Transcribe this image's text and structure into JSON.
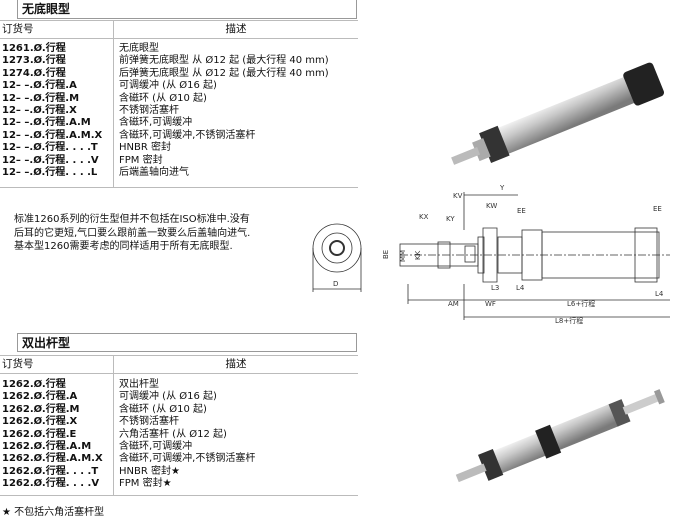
{
  "section1": {
    "title": "无底眼型",
    "header": {
      "col1": "订货号",
      "col2": "描述"
    },
    "rows": [
      {
        "code": "1261.Ø.行程",
        "desc": "无底眼型"
      },
      {
        "code": "1273.Ø.行程",
        "desc": "前弹簧无底眼型 从 Ø12 起 (最大行程 40 mm)"
      },
      {
        "code": "1274.Ø.行程",
        "desc": "后弹簧无底眼型 从 Ø12 起 (最大行程 40 mm)"
      },
      {
        "code": "12– –.Ø.行程.A",
        "desc": "可调缓冲 (从 Ø16 起)"
      },
      {
        "code": "12– –.Ø.行程.M",
        "desc": "含磁环 (从 Ø10 起)"
      },
      {
        "code": "12– –.Ø.行程.X",
        "desc": "不锈钢活塞杆"
      },
      {
        "code": "12– –.Ø.行程.A.M",
        "desc": "含磁环,可调缓冲"
      },
      {
        "code": "12– –.Ø.行程.A.M.X",
        "desc": "含磁环,可调缓冲,不锈钢活塞杆"
      },
      {
        "code": "12– –.Ø.行程. . . .T",
        "desc": "HNBR 密封"
      },
      {
        "code": "12– –.Ø.行程. . . .V",
        "desc": "FPM 密封"
      },
      {
        "code": "12– –.Ø.行程. . . .L",
        "desc": "后端盖轴向进气"
      }
    ],
    "note": "标准1260系列的衍生型但并不包括在ISO标准中.没有后耳的它更短,气口要么跟前盖一致要么后盖轴向进气.基本型1260需要考虑的同样适用于所有无底眼型."
  },
  "drawing": {
    "labels": {
      "D": "D",
      "BE": "BE",
      "MM": "MM",
      "KK": "KK",
      "KX": "KX",
      "KY": "KY",
      "KV": "KV",
      "KW": "KW",
      "Y": "Y",
      "EE": "EE",
      "L3": "L3",
      "L4": "L4",
      "AM": "AM",
      "WF": "WF",
      "L6": "L6+行程",
      "L8": "L8+行程"
    }
  },
  "section2": {
    "title": "双出杆型",
    "header": {
      "col1": "订货号",
      "col2": "描述"
    },
    "rows": [
      {
        "code": "1262.Ø.行程",
        "desc": "双出杆型"
      },
      {
        "code": "1262.Ø.行程.A",
        "desc": "可调缓冲 (从 Ø16 起)"
      },
      {
        "code": "1262.Ø.行程.M",
        "desc": "含磁环 (从 Ø10 起)"
      },
      {
        "code": "1262.Ø.行程.X",
        "desc": "不锈钢活塞杆"
      },
      {
        "code": "1262.Ø.行程.E",
        "desc": "六角活塞杆 (从 Ø12 起)"
      },
      {
        "code": "1262.Ø.行程.A.M",
        "desc": "含磁环,可调缓冲"
      },
      {
        "code": "1262.Ø.行程.A.M.X",
        "desc": "含磁环,可调缓冲,不锈钢活塞杆"
      },
      {
        "code": "1262.Ø.行程. . . .T",
        "desc": "HNBR 密封★"
      },
      {
        "code": "1262.Ø.行程. . . .V",
        "desc": "FPM 密封★"
      }
    ],
    "footnote": "★ 不包括六角活塞杆型"
  }
}
